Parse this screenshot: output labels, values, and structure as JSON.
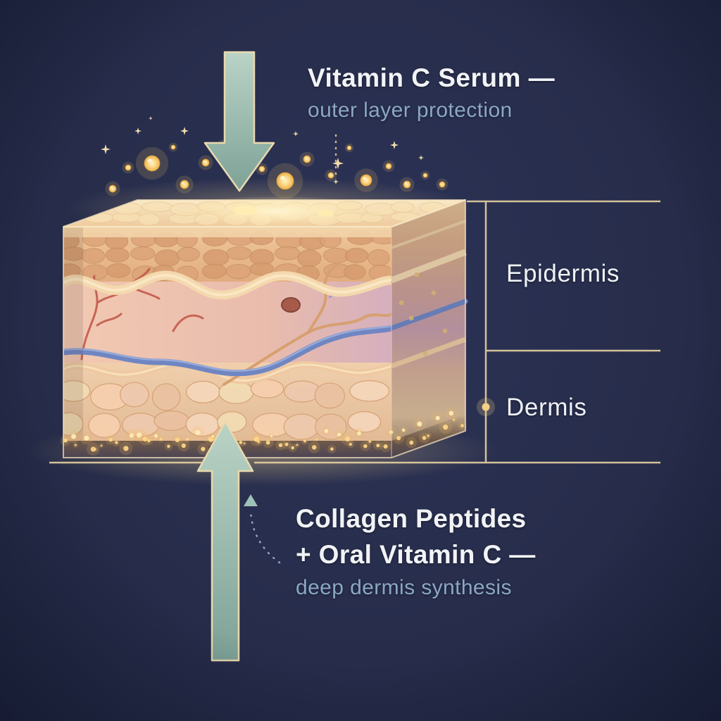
{
  "diagram": {
    "top_annotation": {
      "title": "Vitamin C Serum —",
      "subtitle": "outer layer protection"
    },
    "right_labels": {
      "epidermis": "Epidermis",
      "dermis": "Dermis"
    },
    "bottom_annotation": {
      "line1": "Collagen Peptides",
      "line2": "+ Oral Vitamin C —",
      "line3": "deep dermis synthesis"
    }
  },
  "colors": {
    "background": "#272d4b",
    "title_text": "#f1f3f6",
    "muted_text": "#8ba7c6",
    "accent_line": "#e7d2a2",
    "arrow_fill": "#9fc1b2",
    "gold_particle": "#f6d88c",
    "skin_epidermis": "#e8b88c",
    "skin_dermis": "#ecc2b0",
    "skin_hypodermis": "#eecfae"
  }
}
